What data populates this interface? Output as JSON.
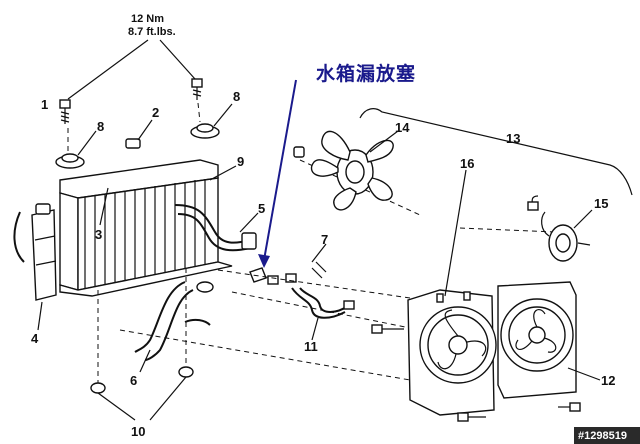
{
  "torque": {
    "line1": "12 Nm",
    "line2": "8.7 ft.lbs."
  },
  "annotation": {
    "text": "水箱漏放塞",
    "color": "#1a1a8c"
  },
  "watermark": "#1298519",
  "callouts": {
    "c1": "1",
    "c2": "2",
    "c3": "3",
    "c4": "4",
    "c5": "5",
    "c6": "6",
    "c7": "7",
    "c8a": "8",
    "c8b": "8",
    "c9": "9",
    "c10": "10",
    "c11": "11",
    "c12": "12",
    "c13": "13",
    "c14": "14",
    "c15": "15",
    "c16": "16"
  }
}
